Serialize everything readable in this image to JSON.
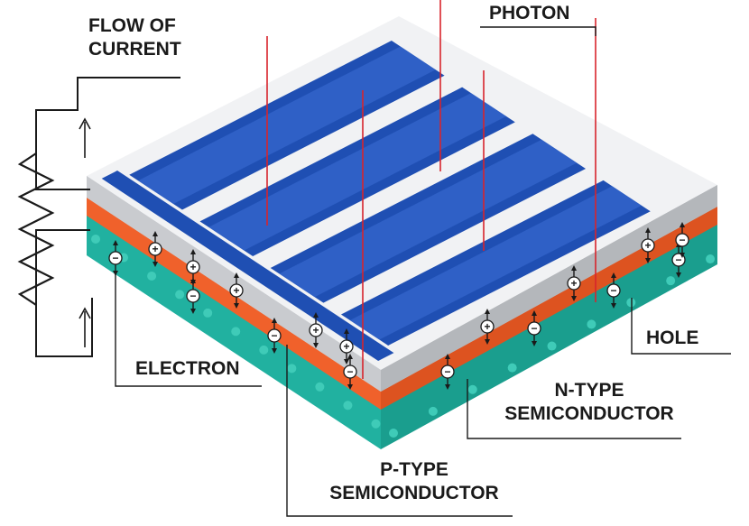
{
  "labels": {
    "flow_of_current": [
      "FLOW OF",
      "CURRENT"
    ],
    "photon": "PHOTON",
    "hole": "HOLE",
    "electron": "ELECTRON",
    "n_type": [
      "N-TYPE",
      "SEMICONDUCTOR"
    ],
    "p_type": [
      "P-TYPE",
      "SEMICONDUCTOR"
    ]
  },
  "charge_symbols": {
    "positive": "+",
    "negative": "−"
  },
  "colors": {
    "electrode_white": "#f1f2f4",
    "electrode_grey": "#c9cbcf",
    "cell_blue": "#1f4fb3",
    "cell_blue_light": "#3d6fd6",
    "n_layer_orange": "#f0612b",
    "p_layer_teal": "#21b1a0",
    "base_grey": "#d3d5d8",
    "photon_ray": "#d8242c",
    "leader_line": "#1a1a1a"
  },
  "icons": [
    "resistor-icon",
    "current-arrow-icon",
    "photon-ray-icon",
    "electron-charge-icon",
    "hole-charge-icon"
  ]
}
